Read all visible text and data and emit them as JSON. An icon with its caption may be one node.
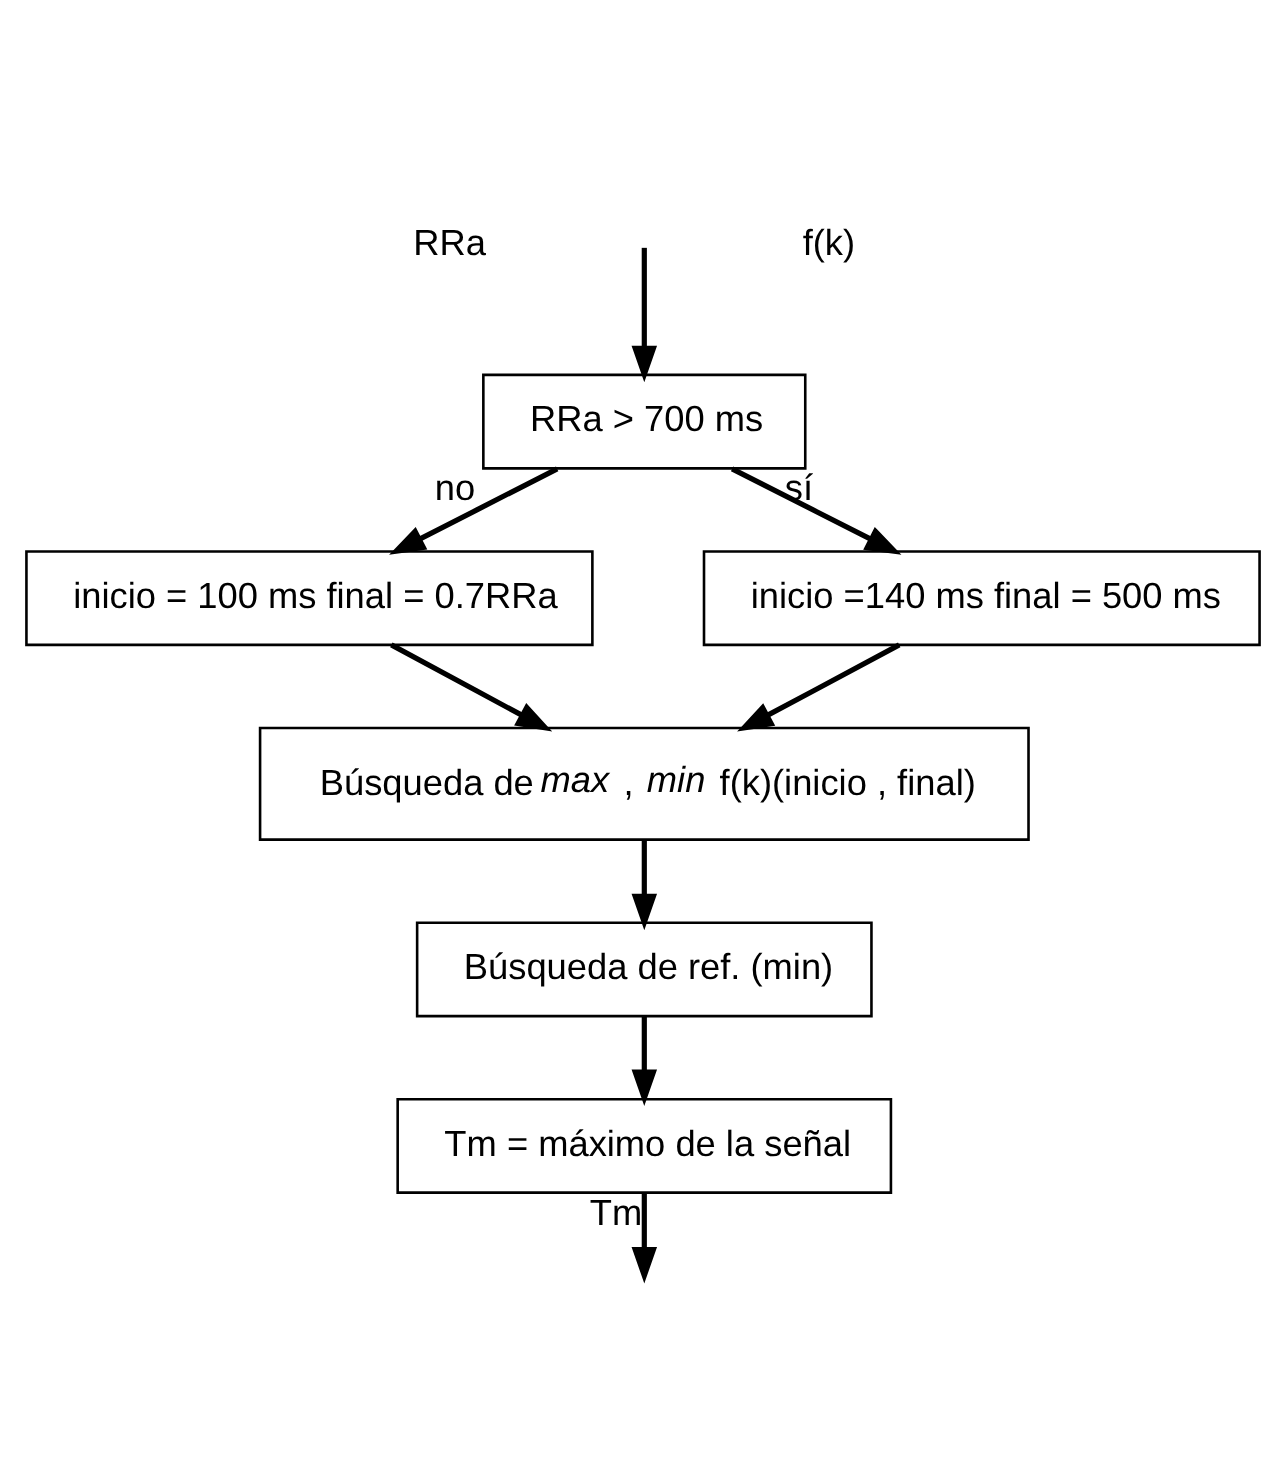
{
  "diagram": {
    "nodes": [
      {
        "text": [
          "RRa > 700 ms"
        ]
      },
      {
        "text": [
          "inicio = 100 ms final = 0.7RRa"
        ]
      },
      {
        "text": [
          "inicio =140 ms final = 500 ms"
        ]
      },
      {
        "text": [
          "Búsqueda de *max* , *min* f(k)(inicio , final)"
        ]
      },
      {
        "text": [
          "Búsqueda de ref. (min)"
        ]
      },
      {
        "text": [
          "Tm = máximo de la señal"
        ]
      }
    ],
    "edges": [
      {
        "from": null,
        "to": 0,
        "arrow": "to"
      },
      {
        "from": 0,
        "to": 1,
        "arrow": "to",
        "label": "no"
      },
      {
        "from": 0,
        "to": 2,
        "arrow": "to",
        "label": "sí"
      },
      {
        "from": 1,
        "to": 3,
        "arrow": "to"
      },
      {
        "from": 2,
        "to": 3,
        "arrow": "to"
      },
      {
        "from": 3,
        "to": 4,
        "arrow": "to"
      },
      {
        "from": 4,
        "to": 5,
        "arrow": "to"
      },
      {
        "from": 5,
        "to": null,
        "arrow": "to",
        "label": "Tm"
      }
    ],
    "labels": [
      "RRa",
      "f(k)"
    ]
  }
}
